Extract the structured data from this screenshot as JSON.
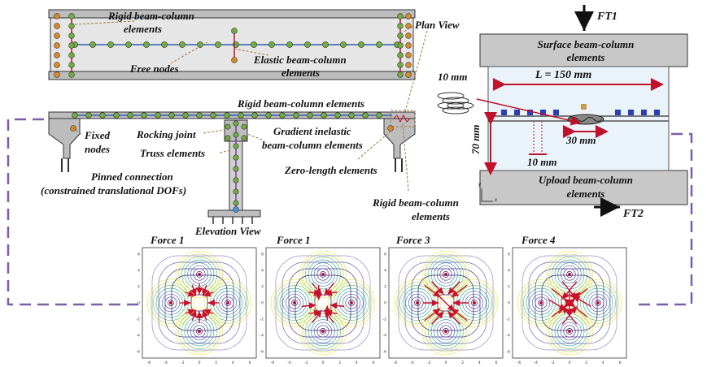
{
  "plan": {
    "view_label": "Plan View",
    "rigid_top": [
      "Rigid beam-column",
      "elements"
    ],
    "free_nodes": "Free nodes",
    "elastic": [
      "Elastic beam-column",
      "elements"
    ]
  },
  "elevation": {
    "rigid_elements": "Rigid beam-column elements",
    "fixed": [
      "Fixed",
      "nodes"
    ],
    "rocking": "Rocking joint",
    "gradient": [
      "Gradient inelastic",
      "beam-column elements"
    ],
    "truss": "Truss elements",
    "zero_length": "Zero-length elements",
    "pinned": [
      "Pinned connection",
      "(constrained translational DOFs)"
    ],
    "rigid_bottom": [
      "Rigid beam-column",
      "elements"
    ],
    "view_label": "Elevation View"
  },
  "test": {
    "ft1": "FT1",
    "ft2": "FT2",
    "surface": [
      "Surface beam-column",
      "elements"
    ],
    "upload": [
      "Upload beam-column",
      "elements"
    ],
    "length": "L = 150 mm",
    "d10a": "10 mm",
    "d10b": "10 mm",
    "d30": "30 mm",
    "d70": "70 mm",
    "axis_y": "y",
    "axis_x": "x"
  },
  "panels": [
    {
      "title": "Force 1"
    },
    {
      "title": "Force 1"
    },
    {
      "title": "Force 3"
    },
    {
      "title": "Force 4"
    }
  ],
  "tick_labels": [
    "-6",
    "-4",
    "-2",
    "0",
    "2",
    "4",
    "6"
  ],
  "colors": {
    "node_green": "#6fae3e",
    "node_orange": "#d8892a",
    "dash": "#7b5ea7",
    "arrow": "#c8102e",
    "beam_grey": "#d9d9d9"
  }
}
